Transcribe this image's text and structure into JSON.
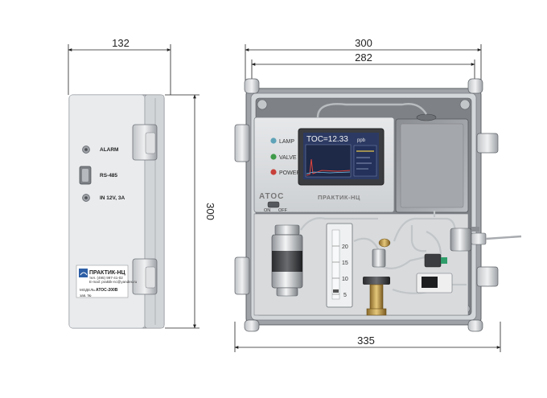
{
  "dimensions": {
    "side_width": "132",
    "side_height": "300",
    "front_width_outer": "300",
    "front_width_inner": "282",
    "front_width_total": "335"
  },
  "side_panel": {
    "alarm_label": "ALARM",
    "rs485_label": "RS-485",
    "power_in_label": "IN  12V, 3A",
    "company_name": "ПРАКТИК-НЦ",
    "contact_tel": "тел. (495) 997-41-02",
    "contact_email": "E-mail: praktik-nc@yandex.ru",
    "model_prefix": "МОДЕЛЬ",
    "model_name": "АТОС-200В",
    "serial": "зав. №"
  },
  "front_panel": {
    "led_lamp": "LAMP",
    "led_valve": "VALVE",
    "led_power": "POWER",
    "screen_reading": "TOC=12.33",
    "screen_unit": "ppb",
    "brand_logo": "ATOC",
    "brand_company": "ПРАКТИК-НЦ",
    "switch_on": "ON",
    "switch_off": "OFF",
    "flowmeter_scale": [
      "20",
      "15",
      "10",
      "5"
    ]
  },
  "colors": {
    "led_lamp": "#5fa3b8",
    "led_valve": "#3f9a4a",
    "led_power": "#c8403a",
    "screen_bg": "#2c3a63",
    "enclosure": "#c9ccd0"
  }
}
